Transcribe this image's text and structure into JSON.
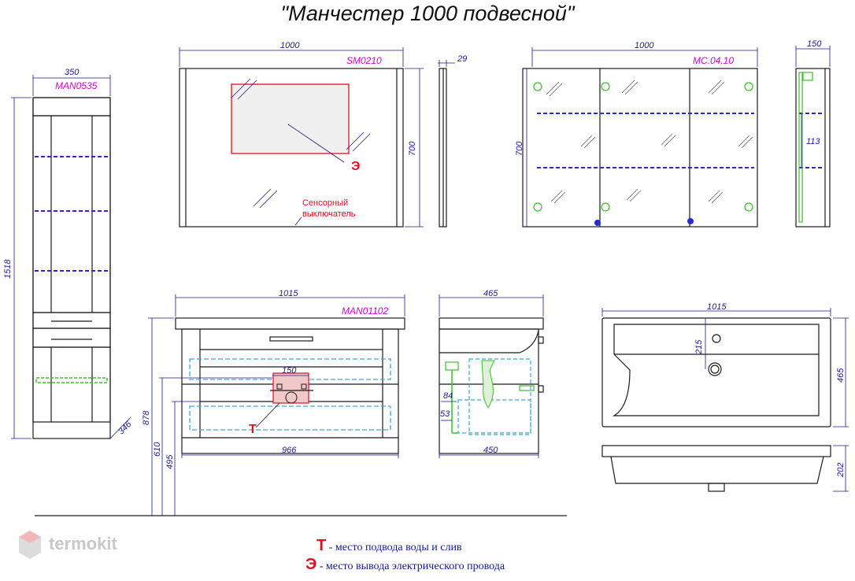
{
  "title": "\"Манчестер 1000 подвесной\"",
  "codes": {
    "pencil": "MAN0535",
    "mirror": "SM0210",
    "cabinet": "MC.04.10",
    "vanity": "MAN01102"
  },
  "dims": {
    "pencil_width": "350",
    "pencil_height": "1518",
    "pencil_depth": "346",
    "mirror_width": "1000",
    "mirror_height": "700",
    "mirror_depth": "29",
    "cabinet_width": "1000",
    "cabinet_height": "700",
    "cabinet_depth": "150",
    "cabinet_shelf": "113",
    "vanity_width": "1015",
    "vanity_body": "966",
    "vanity_h878": "878",
    "vanity_h610": "610",
    "vanity_h495": "495",
    "vanity_150": "150",
    "side_depth": "465",
    "side_body": "450",
    "side_84": "84",
    "side_53": "53",
    "basin_width": "1015",
    "basin_depth": "465",
    "basin_215": "215",
    "basin_height": "202"
  },
  "notes": {
    "sensor": "Сенсорный\nвыключатель",
    "e_mark": "Э",
    "t_mark": "Т"
  },
  "legend": [
    {
      "symbol": "Т",
      "text": " - место подвода воды и слив"
    },
    {
      "symbol": "Э",
      "text": " - место вывода электрического провода"
    }
  ],
  "watermark": "termokit",
  "colors": {
    "outline": "#1a1a1a",
    "dimension": "#1a1a8c",
    "accent_red": "#e01020",
    "code_magenta": "#d400d4",
    "shelf_blue": "#2a2ad0",
    "green": "#3cbf2c",
    "cyan": "#40a8d8"
  }
}
